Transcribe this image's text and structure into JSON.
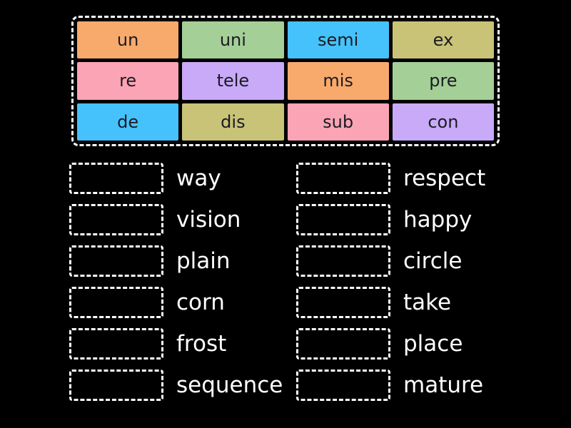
{
  "colors": {
    "background": "#000000",
    "dash_border": "#ffffff",
    "tile_text": "#1b1b22",
    "word_text": "#ffffff",
    "orange": "#f7aa6c",
    "green": "#a4cf96",
    "blue": "#45c2fb",
    "khaki": "#c9c377",
    "pink": "#fba4b5",
    "lavender": "#c8aaf8"
  },
  "tile_bank": {
    "tiles": [
      {
        "label": "un",
        "color": "orange"
      },
      {
        "label": "uni",
        "color": "green"
      },
      {
        "label": "semi",
        "color": "blue"
      },
      {
        "label": "ex",
        "color": "khaki"
      },
      {
        "label": "re",
        "color": "pink"
      },
      {
        "label": "tele",
        "color": "lavender"
      },
      {
        "label": "mis",
        "color": "orange"
      },
      {
        "label": "pre",
        "color": "green"
      },
      {
        "label": "de",
        "color": "blue"
      },
      {
        "label": "dis",
        "color": "khaki"
      },
      {
        "label": "sub",
        "color": "pink"
      },
      {
        "label": "con",
        "color": "lavender"
      }
    ]
  },
  "word_columns": {
    "left": [
      "way",
      "vision",
      "plain",
      "corn",
      "frost",
      "sequence"
    ],
    "right": [
      "respect",
      "happy",
      "circle",
      "take",
      "place",
      "mature"
    ]
  }
}
